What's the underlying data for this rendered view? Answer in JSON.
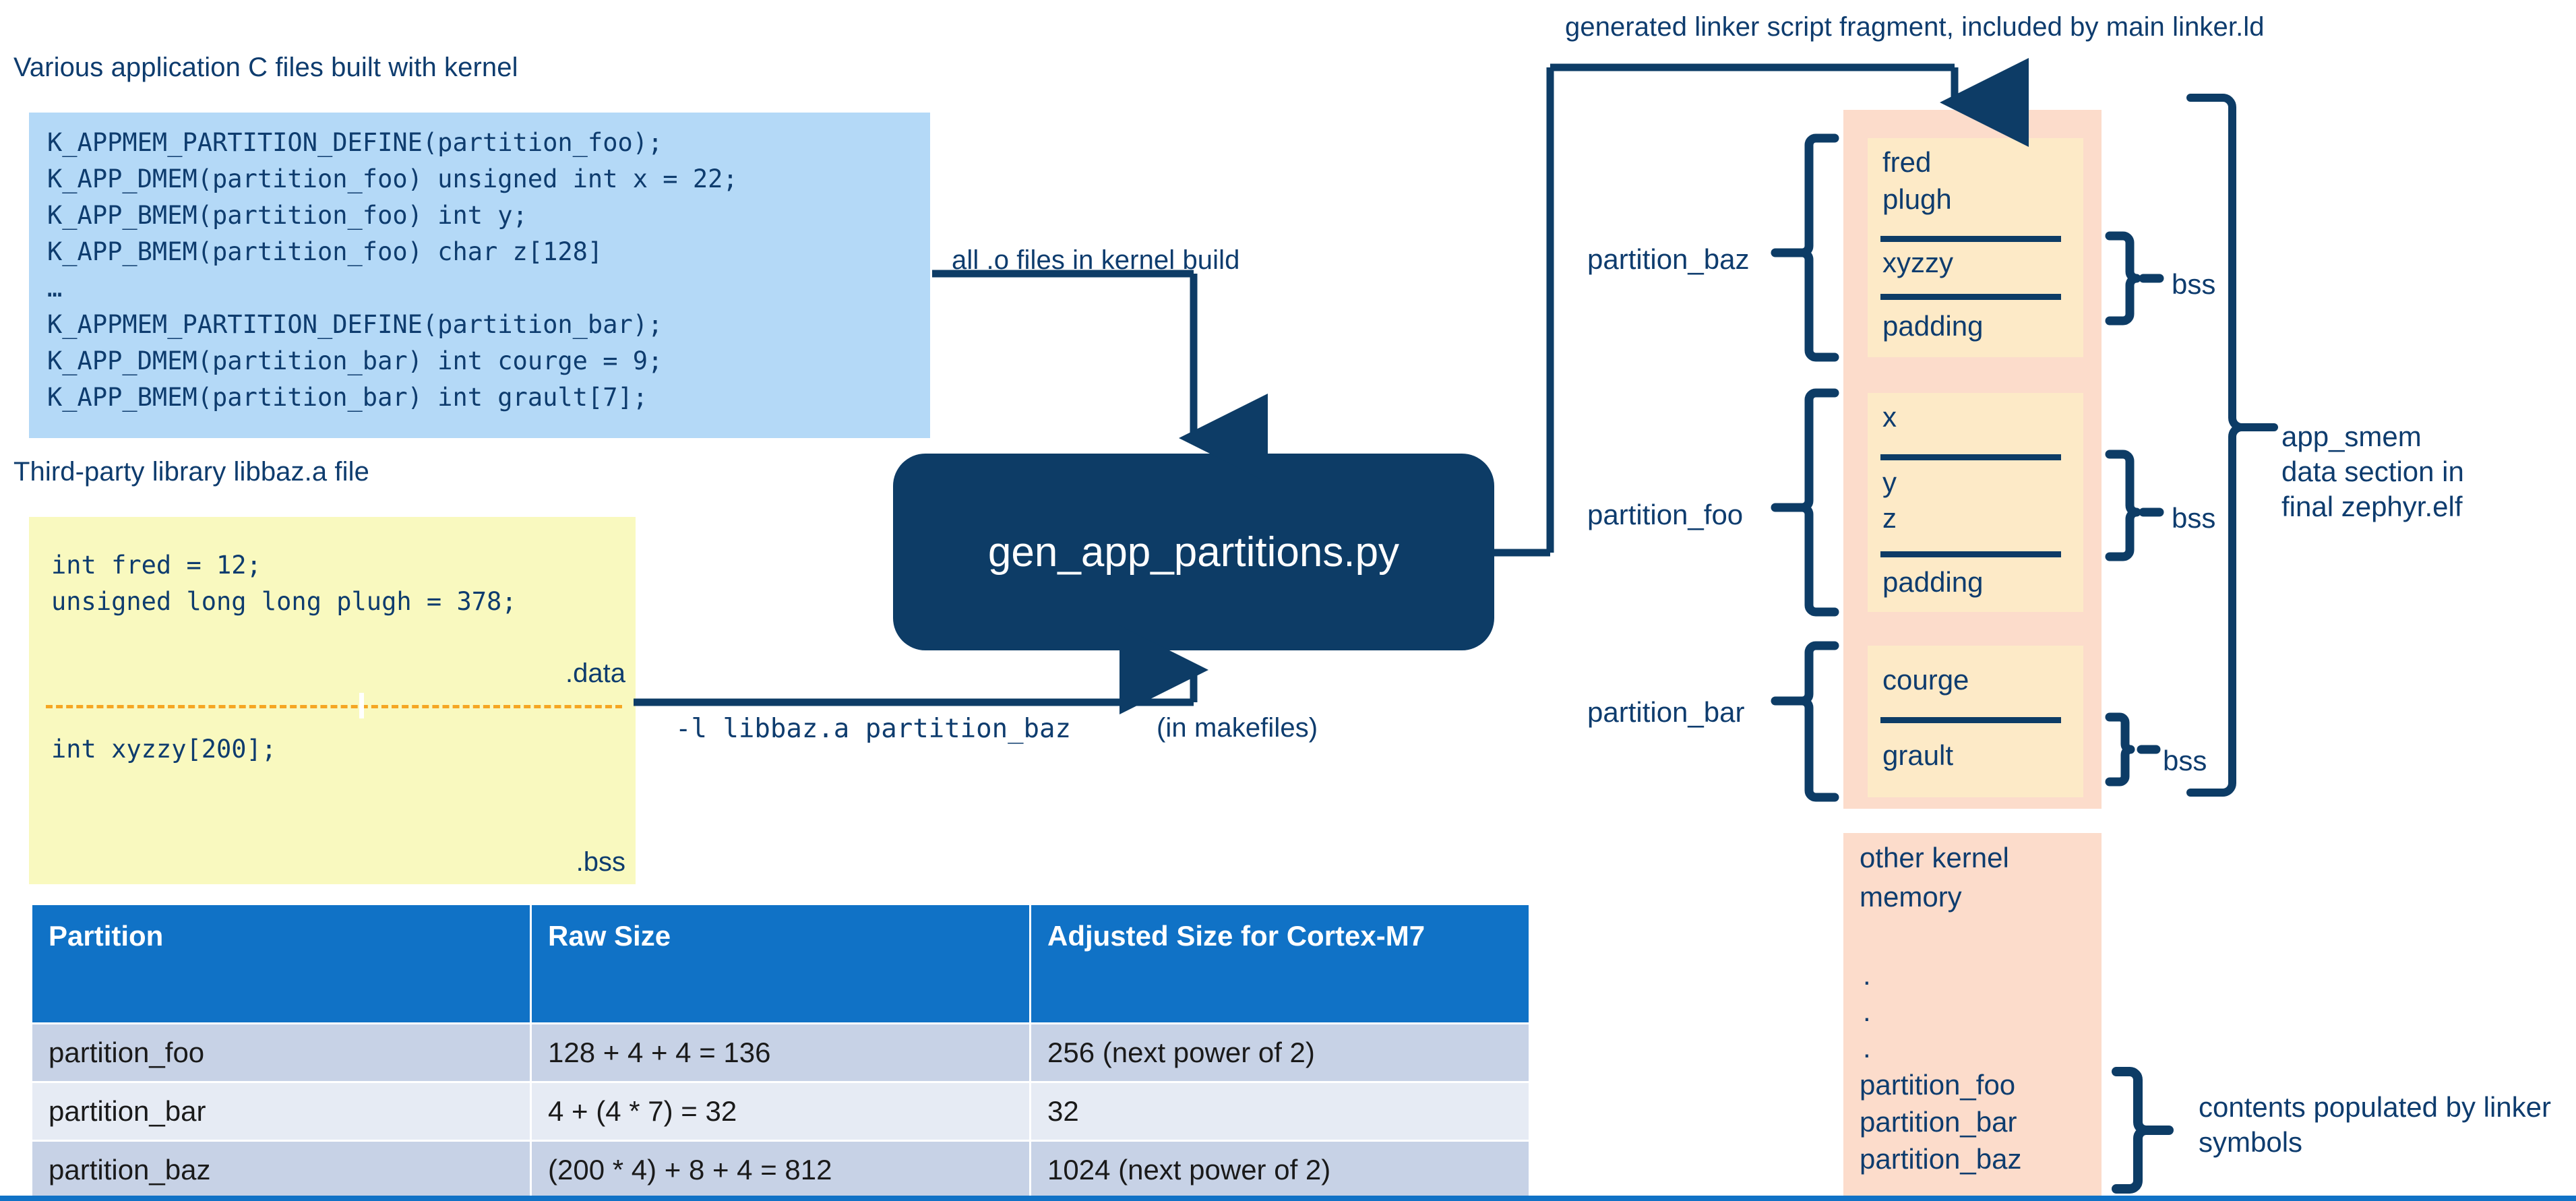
{
  "left": {
    "app_files_caption": "Various application C files built with kernel",
    "app_code": "K_APPMEM_PARTITION_DEFINE(partition_foo);\nK_APP_DMEM(partition_foo) unsigned int x = 22;\nK_APP_BMEM(partition_foo) int y;\nK_APP_BMEM(partition_foo) char z[128]\n…\nK_APPMEM_PARTITION_DEFINE(partition_bar);\nK_APP_DMEM(partition_bar) int courge = 9;\nK_APP_BMEM(partition_bar) int grault[7];",
    "lib_caption": "Third-party library libbaz.a file",
    "lib_code_data": "int fred = 12;\nunsigned long long plugh = 378;",
    "lib_code_bss": "int xyzzy[200];",
    "data_label": ".data",
    "bss_label": ".bss"
  },
  "center": {
    "script_name": "gen_app_partitions.py",
    "arrow_top_label": "all .o files in kernel build",
    "arrow_bottom_label_mono": "-l libbaz.a partition_baz",
    "arrow_bottom_label_plain": "(in makefiles)"
  },
  "right": {
    "linker_caption": "generated linker script fragment, included by main linker.ld",
    "app_smem_label": "app_smem\ndata section in\nfinal zephyr.elf",
    "linker_symbols_label": "contents populated by linker\nsymbols",
    "partitions": [
      {
        "name": "partition_baz",
        "entries": [
          "fred",
          "plugh",
          "xyzzy",
          "padding"
        ],
        "bss_label": "bss"
      },
      {
        "name": "partition_foo",
        "entries": [
          "x",
          "y",
          "z",
          "padding"
        ],
        "bss_label": "bss"
      },
      {
        "name": "partition_bar",
        "entries": [
          "courge",
          "grault"
        ],
        "bss_label": "bss"
      }
    ],
    "other_kernel": {
      "title": "other kernel\nmemory",
      "dots": [
        ".",
        ".",
        "."
      ],
      "symbols": [
        "partition_foo",
        "partition_bar",
        "partition_baz"
      ]
    }
  },
  "table": {
    "headers": [
      "Partition",
      "Raw Size",
      "Adjusted Size for Cortex-M7"
    ],
    "rows": [
      [
        "partition_foo",
        "128 + 4 + 4 = 136",
        "256 (next power of 2)"
      ],
      [
        "partition_bar",
        "4 + (4 * 7) = 32",
        "32"
      ],
      [
        "partition_baz",
        "(200 * 4) + 8 + 4 = 812",
        "1024 (next power of 2)"
      ]
    ]
  },
  "colors": {
    "navy": "#0d3c66",
    "blue_code_bg": "#b4d9f7",
    "yellow_code_bg": "#f9f9bf",
    "pink": "#fcdccb",
    "cream": "#fdeac7",
    "table_header": "#1072c6",
    "dash_orange": "#f5a623"
  }
}
